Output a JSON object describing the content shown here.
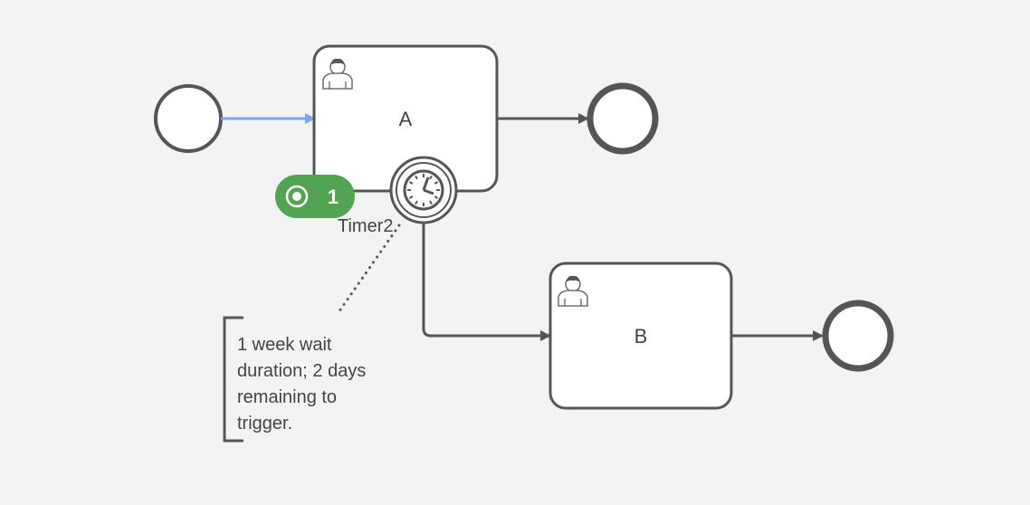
{
  "diagram": {
    "tasks": [
      {
        "id": "task-a",
        "label": "A",
        "type": "user-task",
        "icon": "user-icon"
      },
      {
        "id": "task-b",
        "label": "B",
        "type": "user-task",
        "icon": "user-icon"
      }
    ],
    "boundary_event": {
      "label": "Timer2",
      "type": "timer",
      "icon": "clock-icon"
    },
    "token_badge": {
      "count": "1",
      "icon": "active-token-icon",
      "color": "#52a352"
    },
    "annotation": {
      "lines": [
        "1 week wait",
        "duration; 2 days",
        "remaining to",
        "trigger."
      ]
    },
    "colors": {
      "stroke": "#555555",
      "active_flow": "#7ea6f0",
      "background": "#f3f3f3"
    }
  }
}
